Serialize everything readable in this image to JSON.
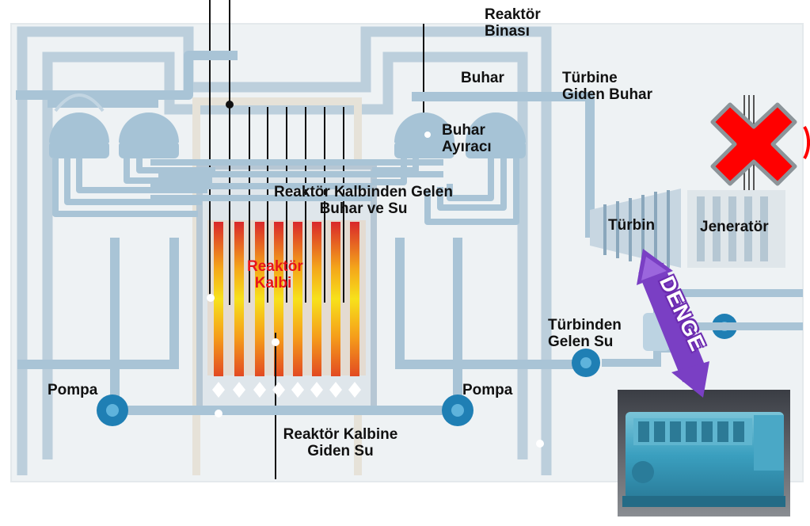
{
  "labels": {
    "reactor_building": "Reaktör\nBinası",
    "steam": "Buhar",
    "steam_to_turbine": "Türbine\nGiden Buhar",
    "steam_separator": "Buhar\nAyıracı",
    "from_core": "Reaktör Kalbinden Gelen\nBuhar ve Su",
    "reactor_core": "Reaktör\nKalbi",
    "turbine": "Türbin",
    "generator": "Jeneratör",
    "water_from_turbine": "Türbinden\nGelen Su",
    "pump_left": "Pompa",
    "pump_right": "Pompa",
    "water_to_core": "Reaktör Kalbine\nGiden Su",
    "balance": "DENGE"
  },
  "colors": {
    "pipe": "#a9c4d6",
    "pipe_dark": "#8fb0c6",
    "pump": "#1f7fb4",
    "core_hot": "#e8461e",
    "core_mid": "#f7c21b",
    "cross": "#ff0000",
    "arrow": "#7a3fc4"
  },
  "icons": {
    "cross": "x-mark-icon",
    "engine": "diesel-engine-image"
  }
}
